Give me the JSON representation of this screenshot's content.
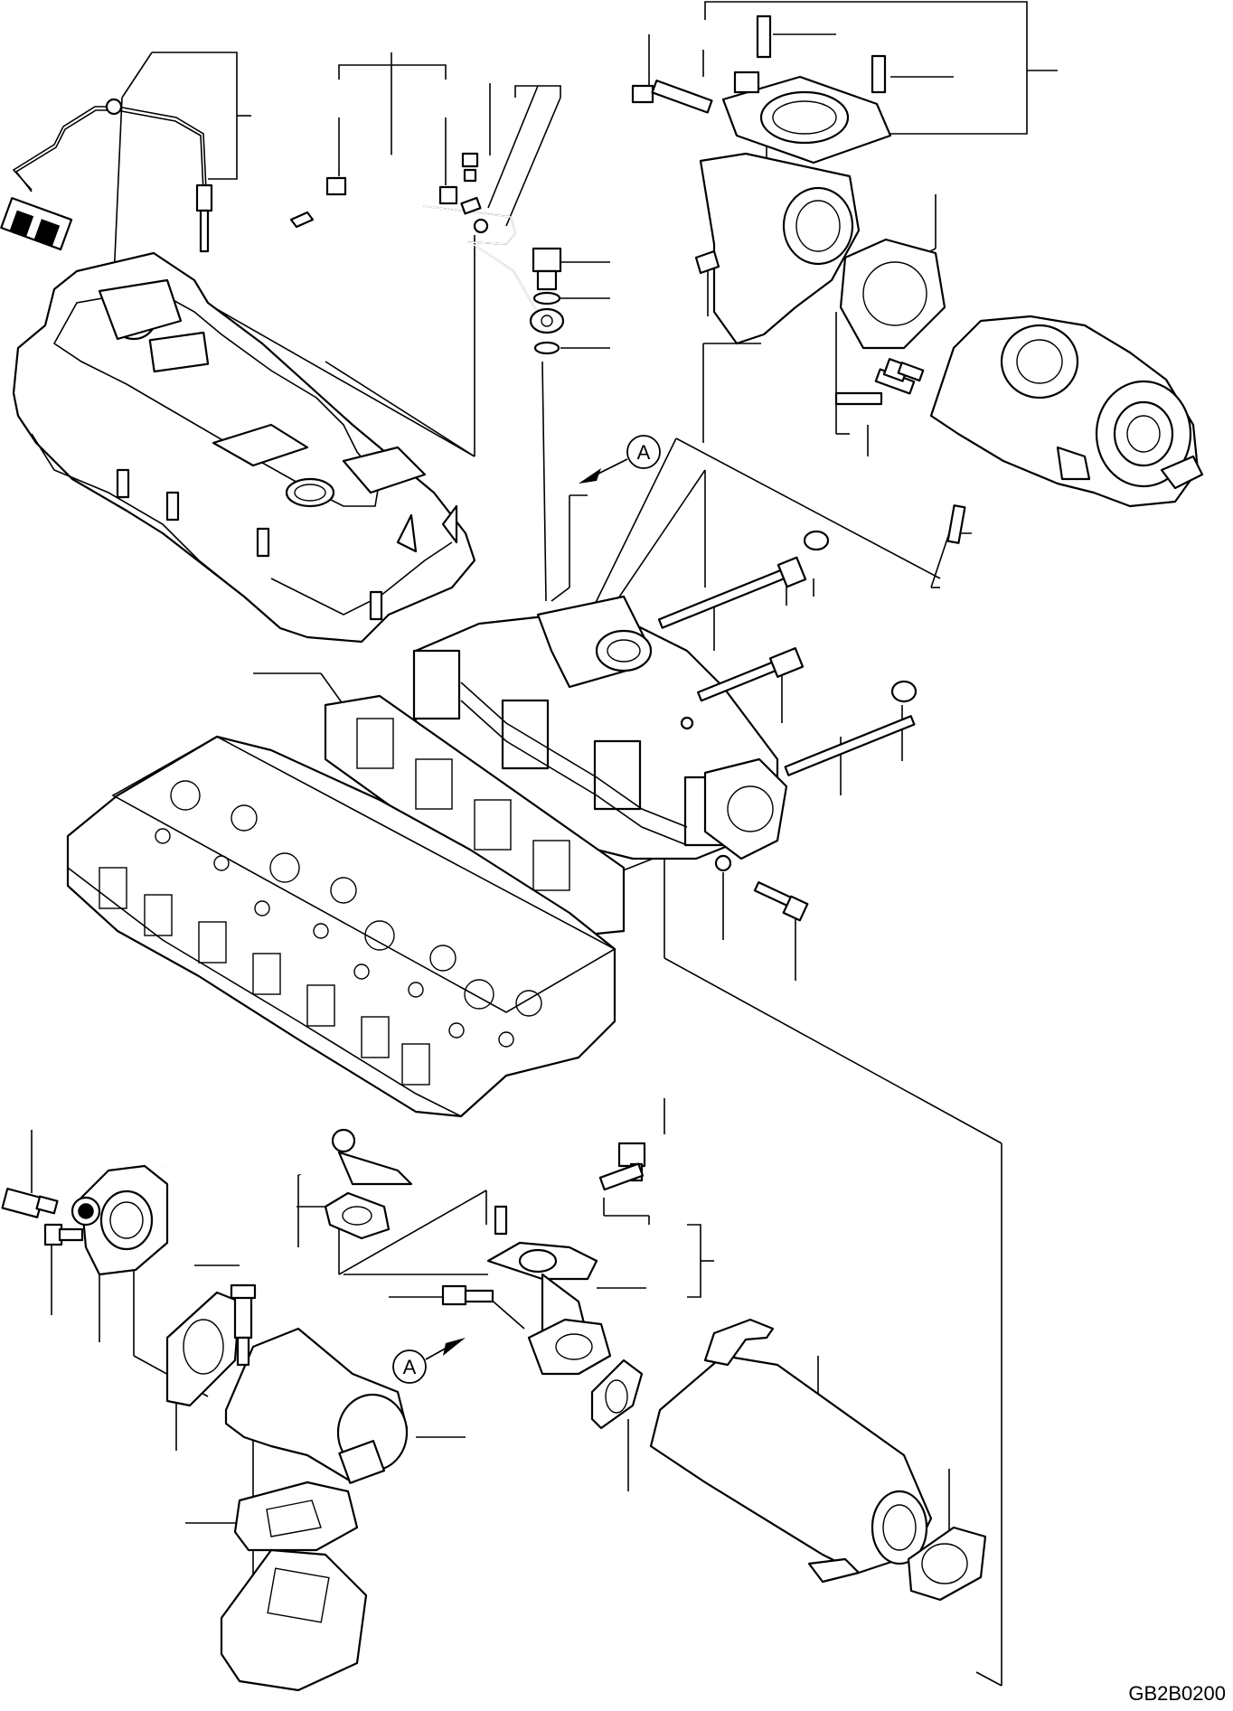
{
  "drawing": {
    "code": "GB2B0200",
    "reference_marks": [
      {
        "id": "A",
        "label": "A"
      },
      {
        "id": "A2",
        "label": "A"
      }
    ]
  },
  "icons": [
    "egt-sensor-icon",
    "turbocharger-icon",
    "cylinder-head-icon",
    "egr-cooler-icon",
    "egr-valve-icon"
  ]
}
